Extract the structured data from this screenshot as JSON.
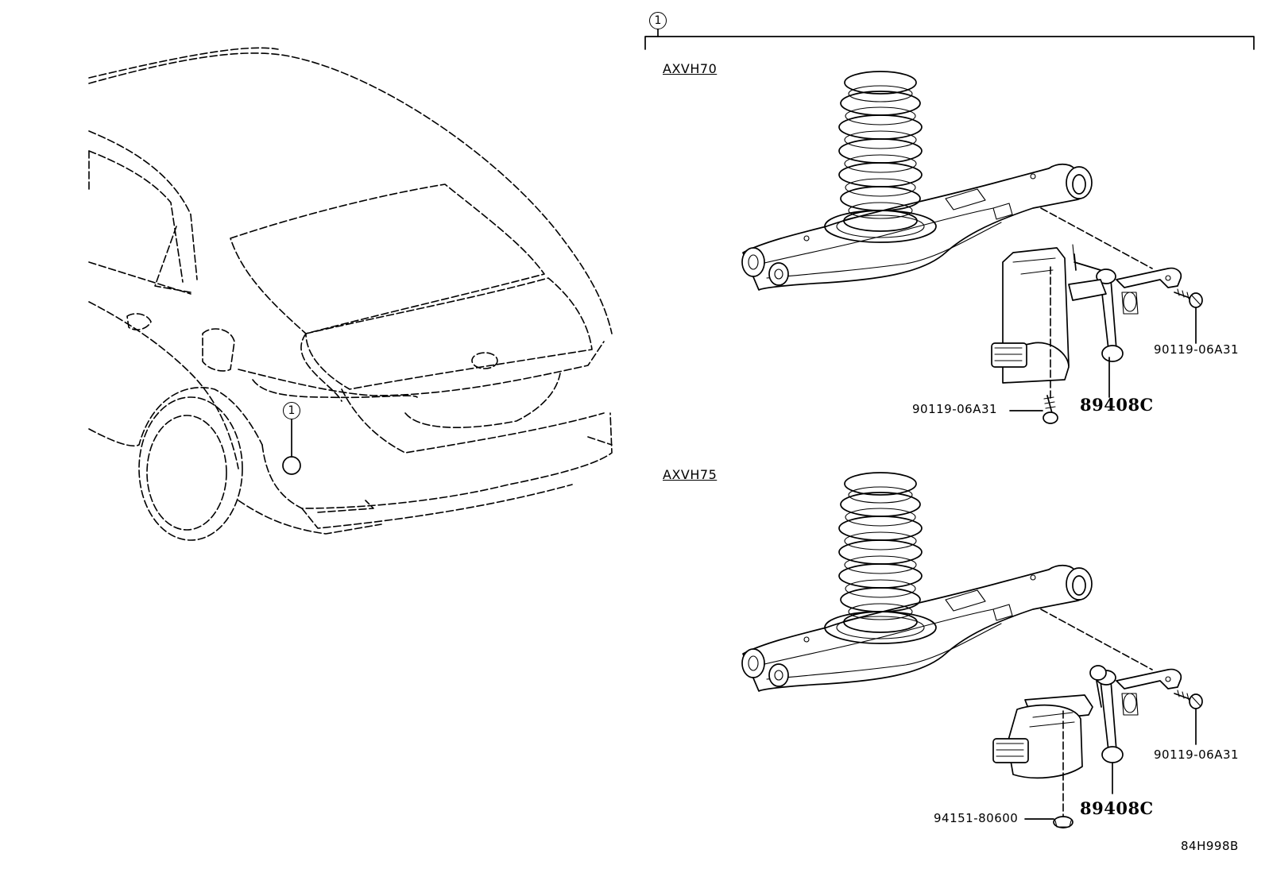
{
  "callout": {
    "number": "1"
  },
  "variants": [
    {
      "code": "AXVH70",
      "parts": {
        "bolt_upper": "90119-06A31",
        "bolt_lower": "90119-06A31",
        "sensor": "89408C"
      }
    },
    {
      "code": "AXVH75",
      "parts": {
        "bolt_upper": "90119-06A31",
        "nut_lower": "94151-80600",
        "sensor": "89408C"
      }
    }
  ],
  "illustration_id": "84H998B"
}
